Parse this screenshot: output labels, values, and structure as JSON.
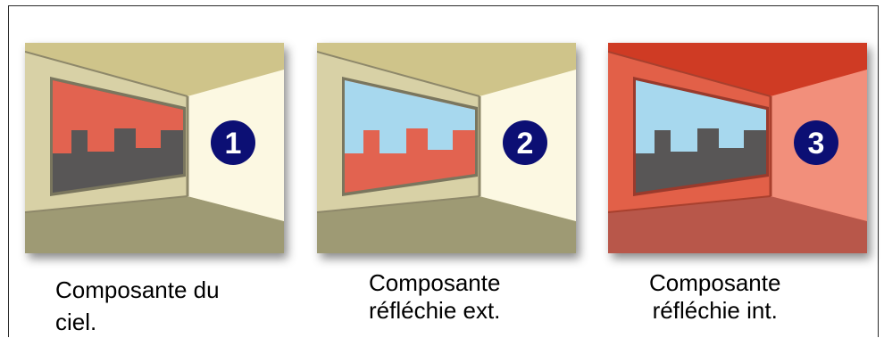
{
  "colors": {
    "wall_beige": "#d8d1a6",
    "ceiling_olive": "#cfc48a",
    "floor_olive": "#9e9a74",
    "side_wall_cream": "#fcf8e2",
    "sky_blue": "#a7d8ee",
    "red_component": "#e26350",
    "dark_buildings": "#585656",
    "badge_navy": "#0c0f74",
    "room3_wall": "#e26048",
    "room3_ceiling": "#cf3b24",
    "room3_floor": "#b8574a",
    "room3_side": "#f28f7b"
  },
  "panels": [
    {
      "number": "1",
      "caption_line1": "Composante du",
      "caption_line2": "ciel."
    },
    {
      "number": "2",
      "caption_line1": "Composante",
      "caption_line2": "réfléchie ext."
    },
    {
      "number": "3",
      "caption_line1": "Composante",
      "caption_line2": "réfléchie int."
    }
  ]
}
